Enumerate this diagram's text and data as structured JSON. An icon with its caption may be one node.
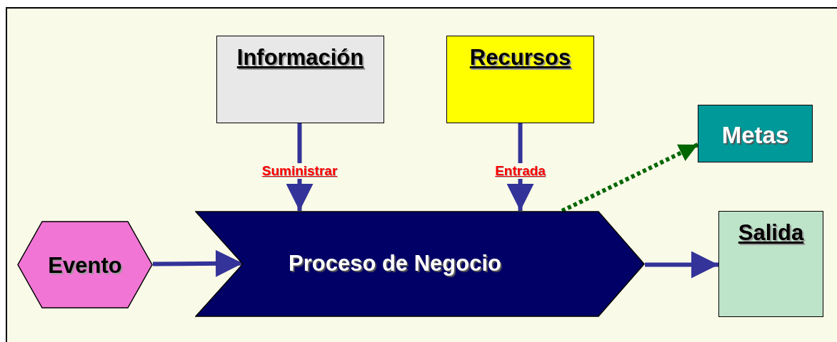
{
  "diagram": {
    "nodes": [
      {
        "text": [
          "Información"
        ]
      },
      {
        "text": [
          "Recursos"
        ]
      },
      {
        "text": [
          "Metas"
        ]
      },
      {
        "text": [
          "Evento"
        ]
      },
      {
        "text": [
          "Proceso de Negocio"
        ]
      },
      {
        "text": [
          "Salida"
        ]
      }
    ],
    "edges": [
      {
        "from": 0,
        "to": 4,
        "arrow": "to",
        "label": "Suministrar"
      },
      {
        "from": 1,
        "to": 4,
        "arrow": "to",
        "label": "Entrada"
      },
      {
        "from": 4,
        "to": 2,
        "arrow": "to",
        "style": "dashed",
        "color": "#006600"
      },
      {
        "from": 3,
        "to": 4,
        "arrow": "to"
      },
      {
        "from": 4,
        "to": 5,
        "arrow": "to"
      }
    ]
  }
}
